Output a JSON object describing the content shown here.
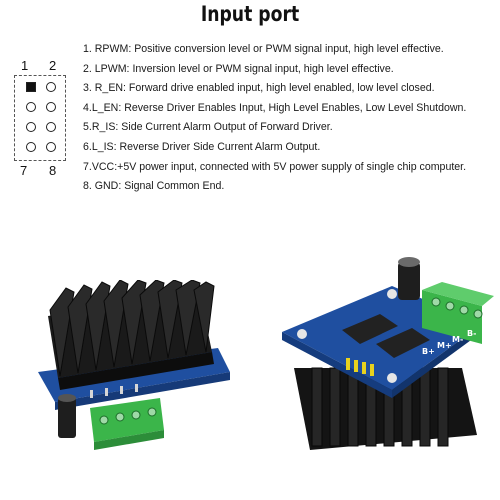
{
  "title": "Input port",
  "header_diagram": {
    "top_labels": [
      "1",
      "2"
    ],
    "bottom_labels": [
      "7",
      "8"
    ]
  },
  "pin_descriptions": [
    "1. RPWM: Positive conversion level or PWM signal input, high level effective.",
    "2. LPWM: Inversion level or PWM signal input, high level effective.",
    "3. R_EN: Forward drive enabled input, high level enabled, low level closed.",
    "4.L_EN: Reverse Driver Enables Input, High Level Enables, Low Level Shutdown.",
    "5.R_IS: Side Current Alarm Output of Forward Driver.",
    "6.L_IS: Reverse Driver Side Current Alarm Output.",
    "7.VCC:+5V power input, connected with 5V power supply of single chip computer.",
    "8. GND: Signal Common End."
  ],
  "photo_left": {
    "icon": "motor-driver-module-heatsink-top"
  },
  "photo_right": {
    "icon": "motor-driver-module-board-top",
    "board_marks": [
      "B+",
      "M+",
      "M-",
      "B-"
    ]
  },
  "colors": {
    "heatsink": "#1c1c1c",
    "pcb": "#1f4fa0",
    "terminal": "#3bb54a",
    "header_pins": "#e8d21e"
  }
}
